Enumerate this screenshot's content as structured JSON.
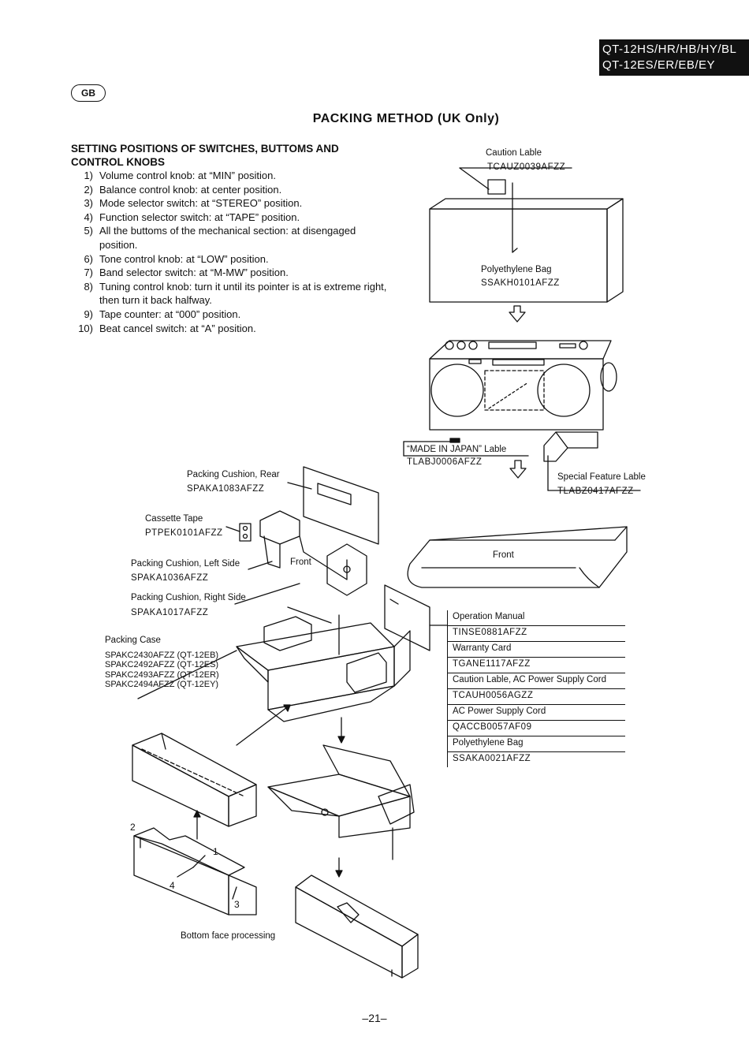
{
  "header": {
    "models_line1": "QT-12HS/HR/HB/HY/BL",
    "models_line2": "QT-12ES/ER/EB/EY",
    "region_badge": "GB"
  },
  "title": "PACKING METHOD (UK Only)",
  "settings": {
    "heading_line1": "SETTING POSITIONS OF SWITCHES, BUTTOMS AND",
    "heading_line2": "CONTROL KNOBS",
    "items": [
      {
        "num": "1)",
        "text": "Volume control knob: at “MIN” position."
      },
      {
        "num": "2)",
        "text": "Balance control knob: at center position."
      },
      {
        "num": "3)",
        "text": "Mode selector switch: at “STEREO” position."
      },
      {
        "num": "4)",
        "text": "Function selector switch: at “TAPE” position."
      },
      {
        "num": "5)",
        "text": "All the buttoms of the mechanical section: at disengaged position."
      },
      {
        "num": "6)",
        "text": "Tone control knob: at “LOW” position."
      },
      {
        "num": "7)",
        "text": "Band selector switch: at “M-MW” position."
      },
      {
        "num": "8)",
        "text": "Tuning control knob: turn it until its pointer is at is extreme right, then turn it back halfway."
      },
      {
        "num": "9)",
        "text": "Tape counter: at “000” position."
      },
      {
        "num": "10)",
        "text": "Beat cancel switch: at “A” position."
      }
    ]
  },
  "labels": {
    "caution_lable": "Caution Lable",
    "caution_lable_code": "TCAUZ0039AFZZ",
    "poly_bag": "Polyethylene Bag",
    "poly_bag_code": "SSAKH0101AFZZ",
    "made_in_japan": "“MADE IN JAPAN” Lable",
    "made_in_japan_code": "TLABJ0006AFZZ",
    "special_feature": "Special Feature Lable",
    "special_feature_code": "TLABZ0417AFZZ",
    "cushion_rear": "Packing Cushion, Rear",
    "cushion_rear_code": "SPAKA1083AFZZ",
    "cassette_tape": "Cassette Tape",
    "cassette_tape_code": "PTPEK0101AFZZ",
    "cushion_left": "Packing Cushion, Left Side",
    "cushion_left_code": "SPAKA1036AFZZ",
    "cushion_right": "Packing Cushion, Right Side",
    "cushion_right_code": "SPAKA1017AFZZ",
    "front_cushion": "Front",
    "front_cover": "Front",
    "bottom_face": "Bottom face processing",
    "step_1": "1",
    "step_2": "2",
    "step_3": "3",
    "step_4": "4"
  },
  "packing_case": {
    "label": "Packing Case",
    "codes": [
      "SPAKC2430AFZZ (QT-12EB)",
      "SPAKC2492AFZZ (QT-12ES)",
      "SPAKC2493AFZZ (QT-12ER)",
      "SPAKC2494AFZZ (QT-12EY)"
    ]
  },
  "parts": [
    {
      "name": "Operation Manual",
      "code": "TINSE0881AFZZ"
    },
    {
      "name": "Warranty Card",
      "code": "TGANE1117AFZZ"
    },
    {
      "name": "Caution Lable, AC Power Supply Cord",
      "code": "TCAUH0056AGZZ"
    },
    {
      "name": "AC Power Supply Cord",
      "code": "QACCB0057AF09"
    },
    {
      "name": "Polyethylene Bag",
      "code": "SSAKA0021AFZZ"
    }
  ],
  "page_number": "–21–"
}
